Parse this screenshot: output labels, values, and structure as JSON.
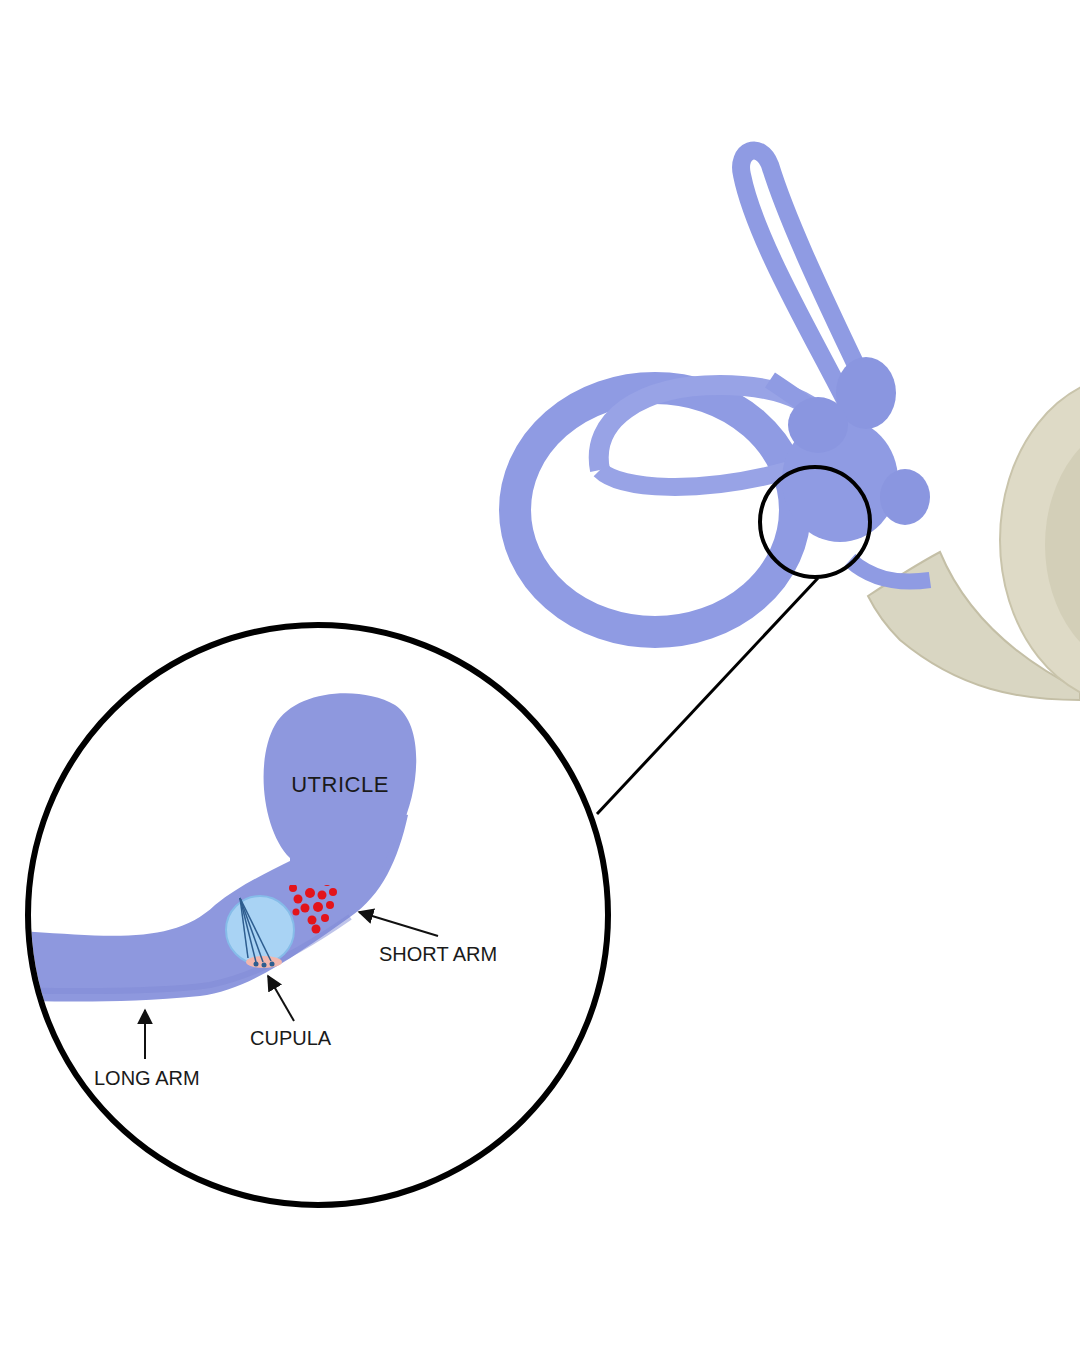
{
  "diagram": {
    "nodes": [
      {
        "text": [
          "UTRICLE"
        ]
      }
    ],
    "labels": [
      "SHORT ARM",
      "CUPULA",
      "LONG ARM"
    ]
  }
}
